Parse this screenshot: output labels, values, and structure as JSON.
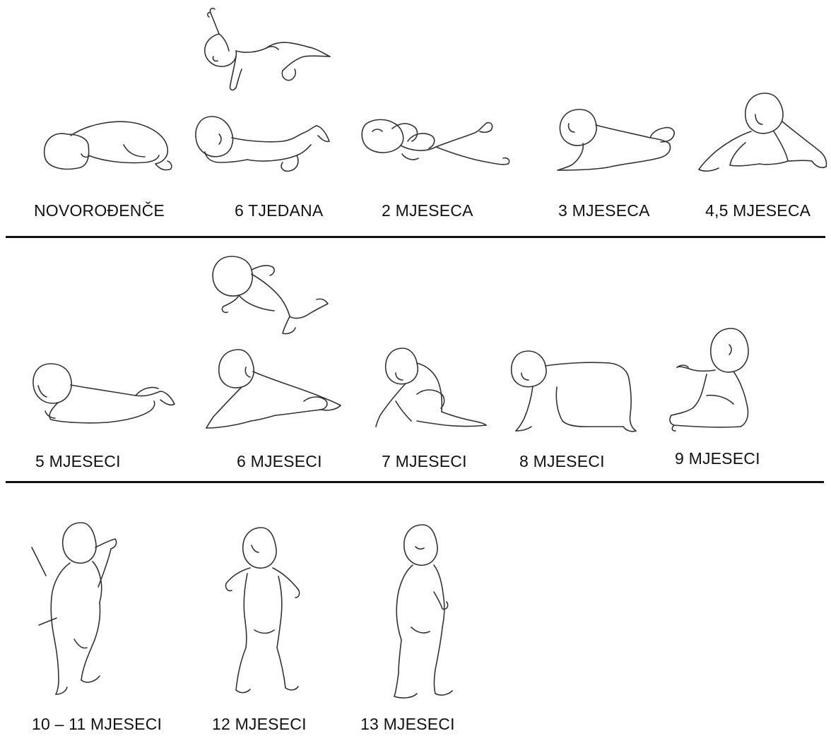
{
  "rows": [
    {
      "stages": [
        {
          "label": "NOVOROĐENČE"
        },
        {
          "label": "6 TJEDANA"
        },
        {
          "label": "2 MJESECA"
        },
        {
          "label": "3 MJESECA"
        },
        {
          "label": "4,5 MJESECA"
        }
      ]
    },
    {
      "stages": [
        {
          "label": "5 MJESECI"
        },
        {
          "label": "6 MJESECI"
        },
        {
          "label": "7 MJESECI"
        },
        {
          "label": "8 MJESECI"
        },
        {
          "label": "9 MJESECI"
        }
      ]
    },
    {
      "stages": [
        {
          "label": "10 – 11 MJESECI"
        },
        {
          "label": "12 MJESECI"
        },
        {
          "label": "13 MJESECI"
        }
      ]
    }
  ]
}
